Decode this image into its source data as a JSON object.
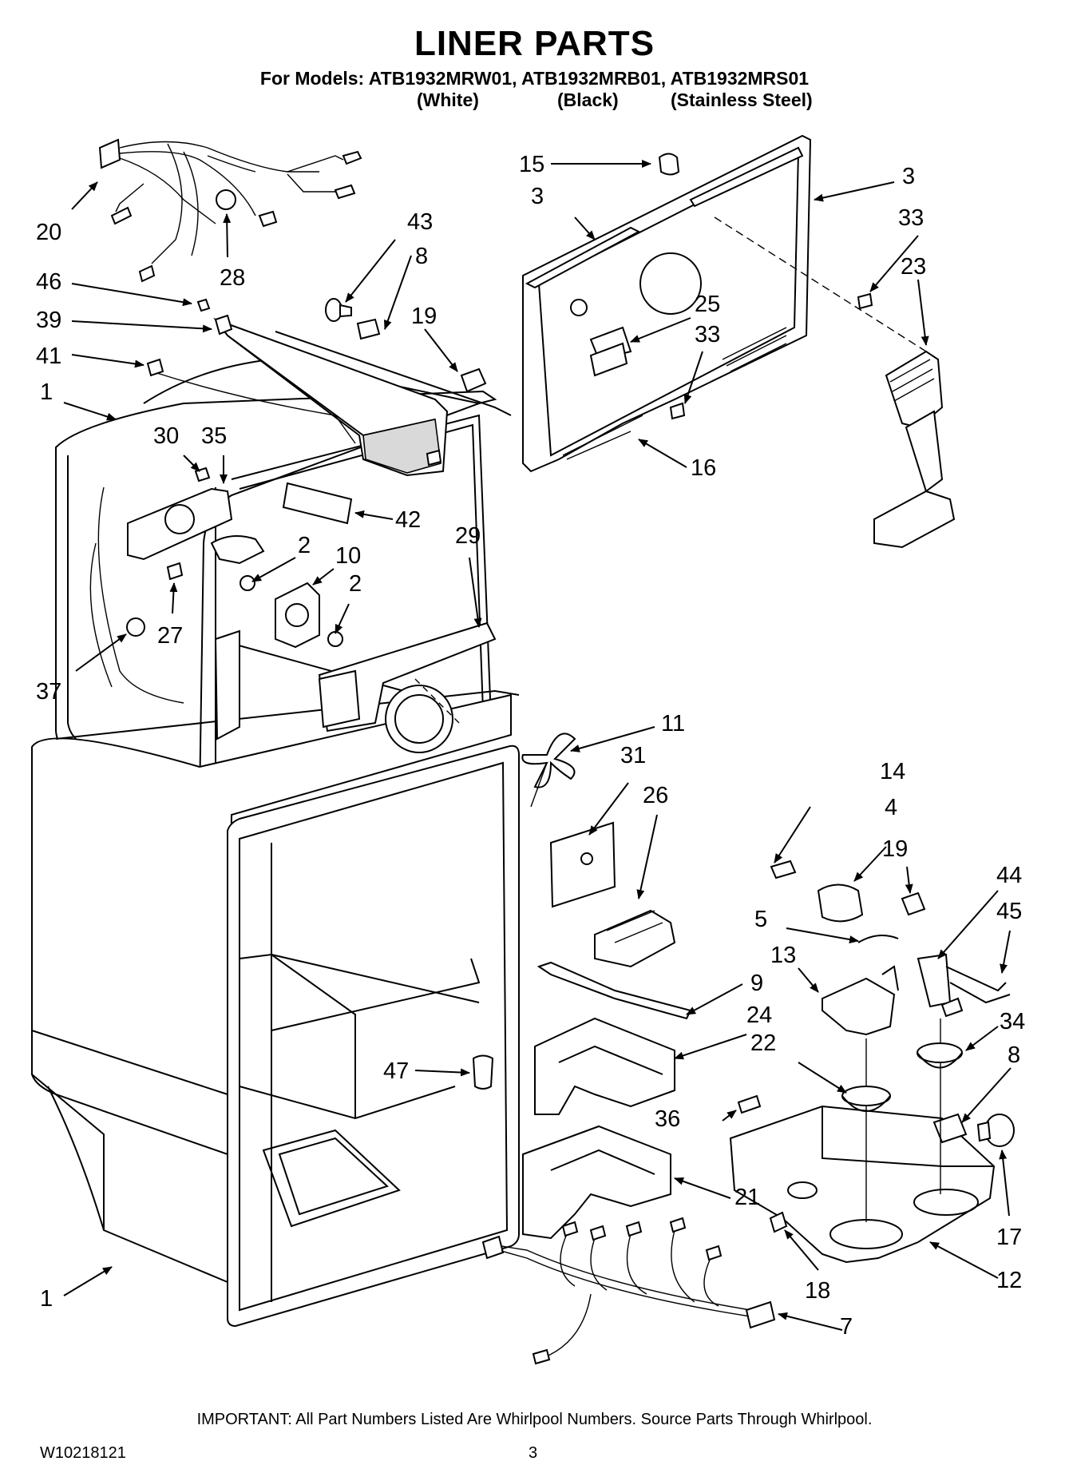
{
  "header": {
    "title": "LINER PARTS",
    "models_line": "For Models: ATB1932MRW01, ATB1932MRB01, ATB1932MRS01",
    "variants": [
      "(White)",
      "(Black)",
      "(Stainless Steel)"
    ]
  },
  "callouts": [
    "1",
    "1",
    "2",
    "2",
    "3",
    "3",
    "4",
    "5",
    "7",
    "8",
    "8",
    "9",
    "10",
    "11",
    "12",
    "13",
    "14",
    "15",
    "16",
    "17",
    "18",
    "19",
    "19",
    "20",
    "21",
    "22",
    "23",
    "24",
    "25",
    "26",
    "27",
    "28",
    "29",
    "30",
    "31",
    "33",
    "33",
    "34",
    "35",
    "36",
    "37",
    "39",
    "41",
    "42",
    "43",
    "44",
    "45",
    "46",
    "47"
  ],
  "footer": {
    "important": "IMPORTANT: All Part Numbers Listed Are Whirlpool Numbers. Source Parts Through Whirlpool.",
    "doc_number": "W10218121",
    "page_number": "3"
  }
}
